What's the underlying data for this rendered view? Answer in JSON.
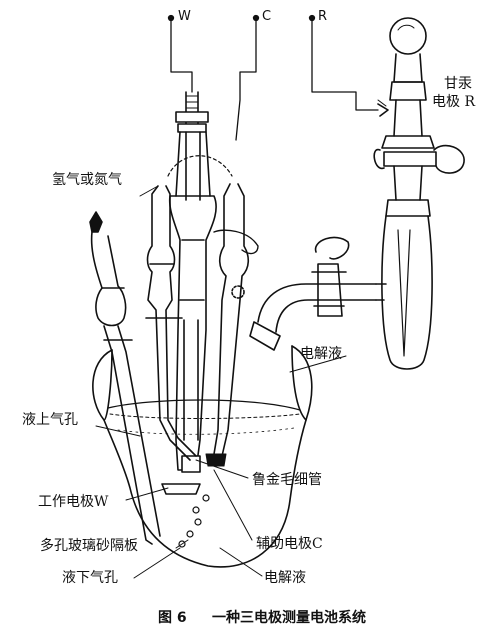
{
  "terminals": {
    "w": "W",
    "c": "C",
    "r": "R"
  },
  "labels": {
    "gas_inlet": "氢气或氮气",
    "calomel_line1": "甘汞",
    "calomel_line2": "电极 R",
    "electrolyte_upper": "电解液",
    "gas_hole_upper": "液上气孔",
    "working_electrode": "工作电极W",
    "luggin_capillary": "鲁金毛细管",
    "porous_glass": "多孔玻璃砂隔板",
    "aux_electrode": "辅助电极C",
    "gas_hole_lower": "液下气孔",
    "electrolyte_lower": "电解液"
  },
  "caption": {
    "number": "图 6",
    "text": "一种三电极测量电池系统"
  }
}
